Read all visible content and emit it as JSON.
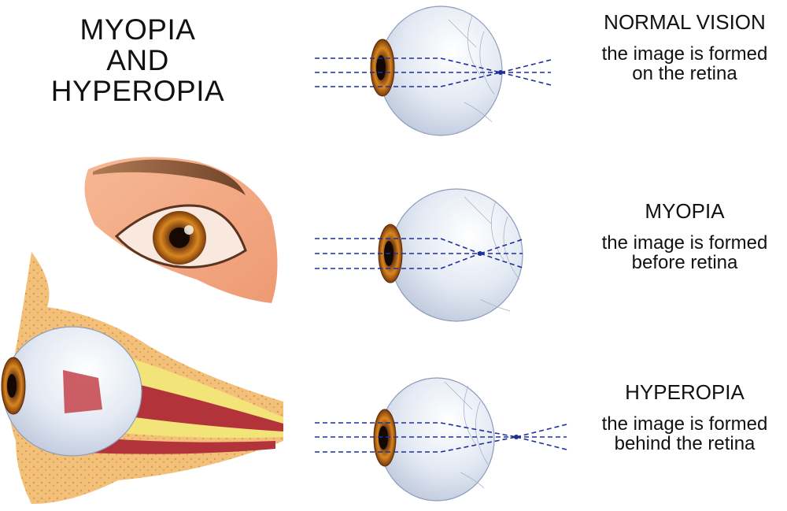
{
  "title": {
    "line1": "MYOPIA",
    "line2": "AND",
    "line3": "HYPEROPIA"
  },
  "panels": [
    {
      "heading": "NORMAL VISION",
      "line1": "the image is formed",
      "line2": "on the retina"
    },
    {
      "heading": "MYOPIA",
      "line1": "the image is formed",
      "line2": "before retina"
    },
    {
      "heading": "HYPEROPIA",
      "line1": "the image is formed",
      "line2": "behind the retina"
    }
  ],
  "colors": {
    "ray": "#1f2f9c",
    "iris": "#c9771f",
    "sclera": "#e4eaf4",
    "skin": "#f3a882",
    "brow": "#8a5a3c",
    "fat": "#f4c27a",
    "muscle": "#b3333a"
  }
}
